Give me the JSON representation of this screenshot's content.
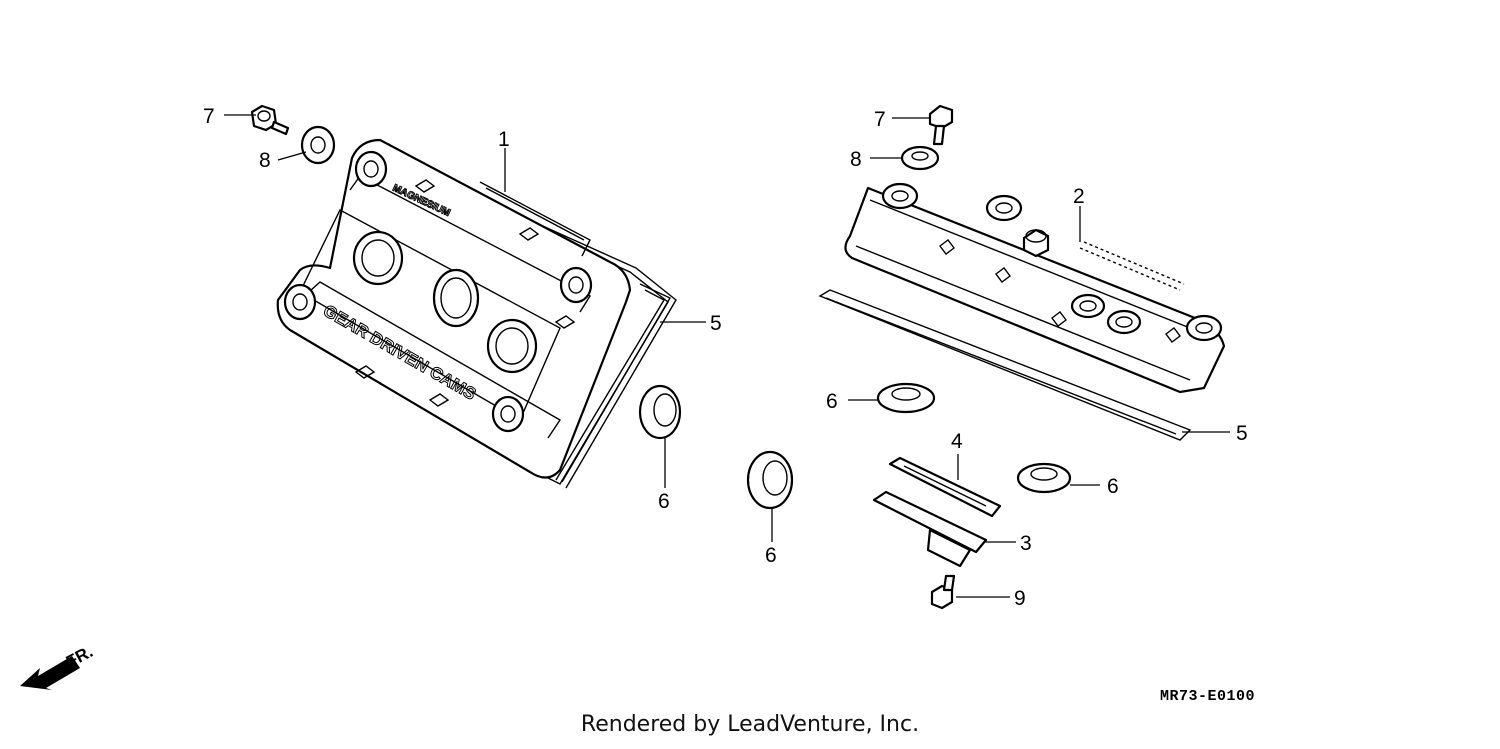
{
  "diagram": {
    "callouts": {
      "c1": "1",
      "c2": "2",
      "c3": "3",
      "c4": "4",
      "c5a": "5",
      "c5b": "5",
      "c6a": "6",
      "c6b": "6",
      "c6c": "6",
      "c6d": "6",
      "c7a": "7",
      "c7b": "7",
      "c8a": "8",
      "c8b": "8",
      "c9": "9"
    },
    "engravings": {
      "magnesium": "MAGNESIUM",
      "gear_driven_cams": "GEAR DRIVEN CAMS"
    },
    "front_arrow_label": "FR.",
    "drawing_code": "MR73-E0100"
  },
  "footer": {
    "credit": "Rendered by LeadVenture, Inc."
  }
}
